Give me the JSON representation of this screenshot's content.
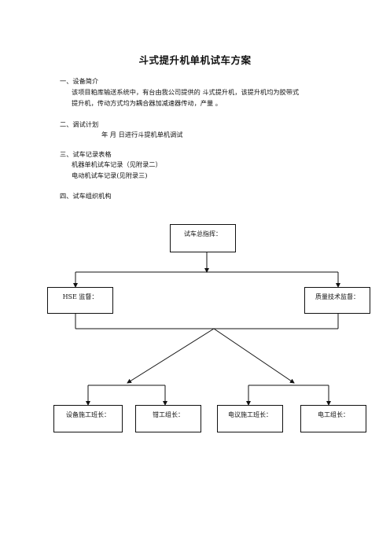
{
  "title": "斗式提升机单机试车方案",
  "sections": [
    {
      "heading": "一、设备简介",
      "lines": [
        "该项目粕库输送系统中，有台由我公司提供的 斗式提升机，该提升机均为胶带式",
        "提升机，传动方式均为耦合器加减速器传动，产量 。"
      ]
    },
    {
      "heading": "二、调试计划",
      "lines": [
        "年 月 日进行斗提机单机调试"
      ]
    },
    {
      "heading": "三、试车记录表格",
      "lines": [
        "机器单机试车记录（见附录二）",
        "电动机试车记录(见附录三)"
      ]
    },
    {
      "heading": "四、试车组织机构",
      "lines": []
    }
  ],
  "org": {
    "top": "试车总指挥：",
    "left": "HSE 监督：",
    "right": "质量技术监督：",
    "bottom": [
      "设备施工班长：",
      "钳工组长：",
      "电议施工班长：",
      "电工组长："
    ]
  }
}
